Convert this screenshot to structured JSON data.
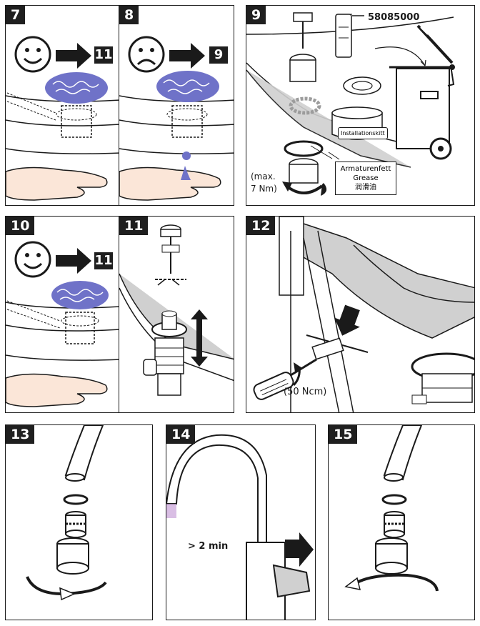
{
  "steps": {
    "s7": {
      "number": "7",
      "next_step": "11"
    },
    "s8": {
      "number": "8",
      "next_step": "9"
    },
    "s9": {
      "number": "9",
      "part_number": "58085000",
      "torque": "(max.\n7 Nm)",
      "kit_label": "Installationskitt",
      "grease_label": "Armaturenfett\nGrease\n润滑油"
    },
    "s10": {
      "number": "10",
      "next_step": "11"
    },
    "s11": {
      "number": "11"
    },
    "s12": {
      "number": "12",
      "torque": "(50 Ncm)"
    },
    "s13": {
      "number": "13"
    },
    "s14": {
      "number": "14",
      "duration": "> 2 min"
    },
    "s15": {
      "number": "15"
    }
  },
  "colors": {
    "ink": "#1a1a1a",
    "water_blue": "#6f72c8",
    "water_blue_light": "#9ea0e0",
    "grey_fill": "#d0d0d0",
    "skin_fill": "#fbe6d8",
    "water_purple": "#c9a3d8"
  }
}
